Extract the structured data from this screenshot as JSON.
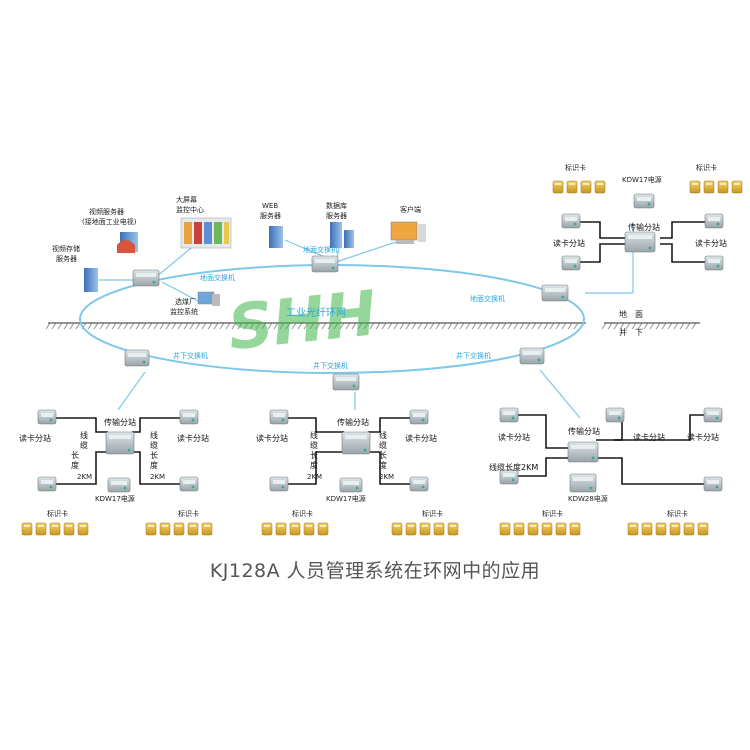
{
  "diagram": {
    "caption": "KJ128A 人员管理系统在环网中的应用",
    "ring_label": "工业光纤环网",
    "watermark": "SHH",
    "surface": {
      "label_ground": "地　面",
      "label_underground": "井　下",
      "ground_switch": "地面交换机",
      "server_labels": {
        "video_server": "视频服务器",
        "video_server_sub": "(接地面工业电视)",
        "big_screen": "大屏幕",
        "big_screen_sub": "监控中心",
        "web_server": "WEB",
        "web_server_sub": "服务器",
        "db_server": "数据库",
        "db_server_sub": "服务器",
        "client": "客户端",
        "video_storage": "视频存储",
        "video_storage_sub": "服务器",
        "coal_plant": "选煤厂",
        "coal_plant_sub": "监控系统"
      }
    },
    "underground": {
      "switch": "井下交换机"
    },
    "common": {
      "card": "标识卡",
      "reader": "读卡分站",
      "transmission": "传输分站",
      "cable": "线缆长度",
      "cable_len": "2KM",
      "cable_inline": "线缆长度2KM",
      "cable_c1": "线",
      "cable_c2": "缆",
      "cable_c3": "长",
      "cable_c4": "度",
      "psu17": "KDW17电源",
      "psu28": "KDW28电源"
    },
    "colors": {
      "ring": "#7ec8ea",
      "wire": "#1a1a1a",
      "switch_label": "#2aa6d8",
      "card_gold": "#e2b43a",
      "device_gray": "#b9c2c6",
      "watermark": "#3fb54a",
      "caption": "#555555"
    }
  }
}
